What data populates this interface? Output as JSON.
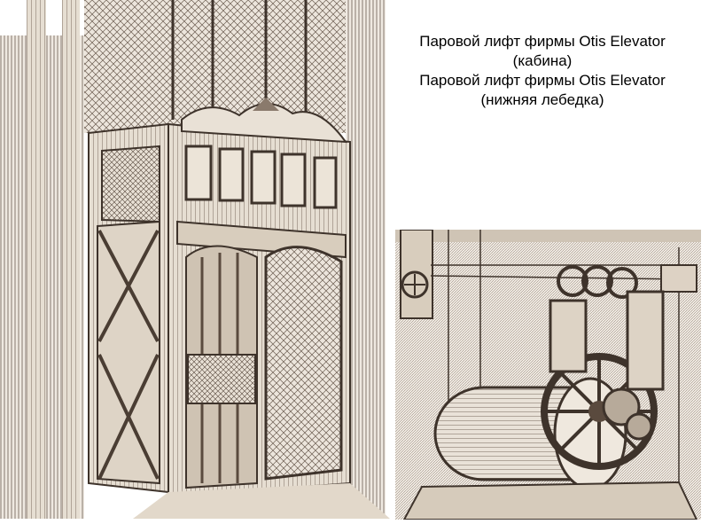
{
  "caption": {
    "line1": "Паровой лифт фирмы Otis Elevator",
    "line2": "(кабина)",
    "line3": "Паровой лифт фирмы Otis Elevator",
    "line4": "(нижняя лебедка)"
  },
  "images": {
    "cabin": {
      "icon": "elevator-cabin-engraving",
      "ink_color": "#5a4a3e"
    },
    "winch": {
      "icon": "steam-winch-engraving",
      "ink_color": "#5a4a3e"
    }
  }
}
